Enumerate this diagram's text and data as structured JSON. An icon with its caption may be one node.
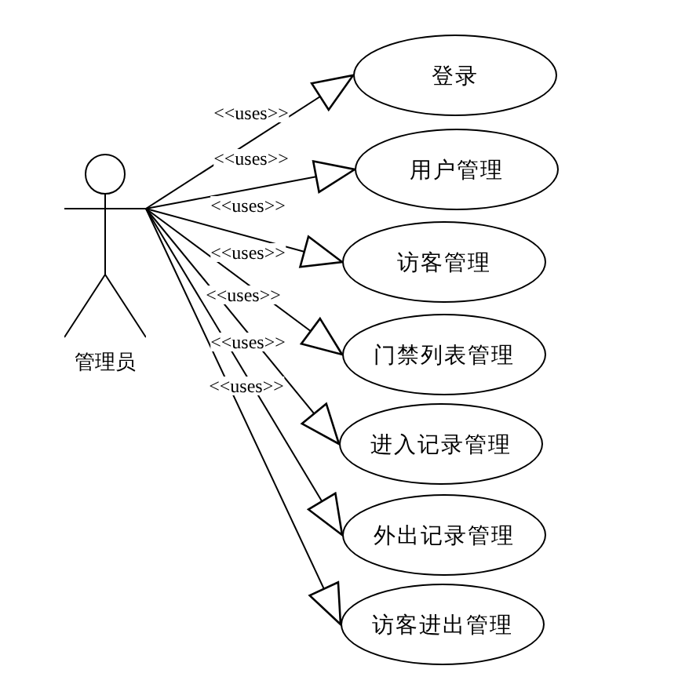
{
  "diagram": {
    "nodes": [
      {
        "text": [
          "管理员"
        ]
      },
      {
        "text": [
          "登录"
        ]
      },
      {
        "text": [
          "用户管理"
        ]
      },
      {
        "text": [
          "访客管理"
        ]
      },
      {
        "text": [
          "门禁列表管理"
        ]
      },
      {
        "text": [
          "进入记录管理"
        ]
      },
      {
        "text": [
          "外出记录管理"
        ]
      },
      {
        "text": [
          "访客进出管理"
        ]
      }
    ],
    "edges": [
      {
        "from": 0,
        "to": 1,
        "arrow": "to",
        "label": "<<uses>>"
      },
      {
        "from": 0,
        "to": 2,
        "arrow": "to",
        "label": "<<uses>>"
      },
      {
        "from": 0,
        "to": 3,
        "arrow": "to",
        "label": "<<uses>>"
      },
      {
        "from": 0,
        "to": 4,
        "arrow": "to",
        "label": "<<uses>>"
      },
      {
        "from": 0,
        "to": 5,
        "arrow": "to",
        "label": "<<uses>>"
      },
      {
        "from": 0,
        "to": 6,
        "arrow": "to",
        "label": "<<uses>>"
      },
      {
        "from": 0,
        "to": 7,
        "arrow": "to",
        "label": "<<uses>>"
      }
    ]
  }
}
